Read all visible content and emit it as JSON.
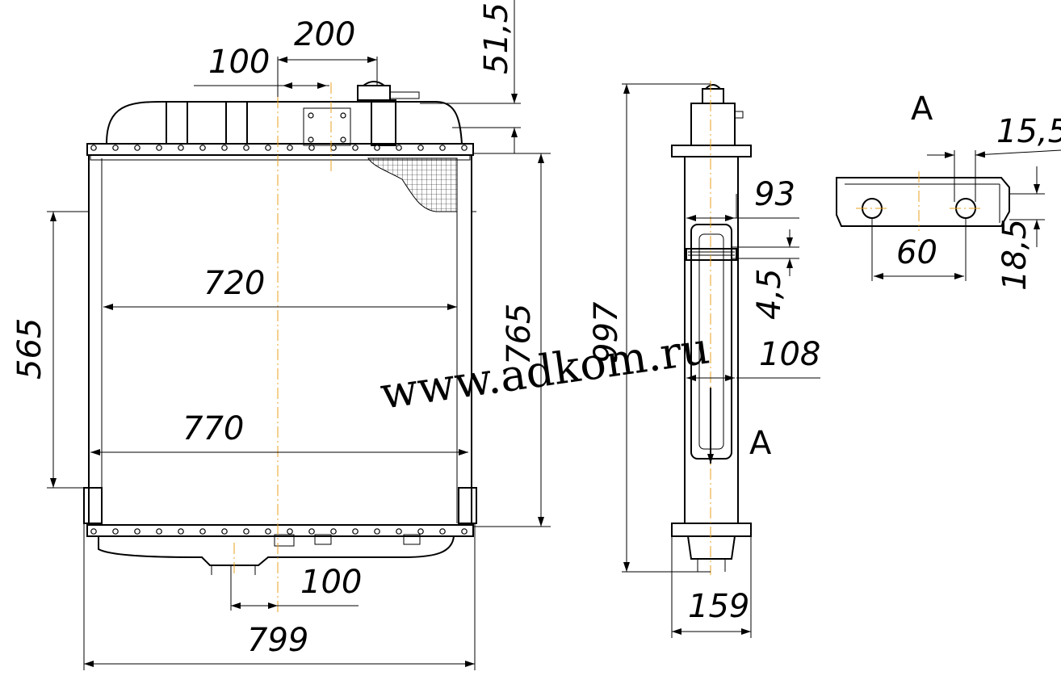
{
  "watermark": "www.adkom.ru",
  "view_label": "A",
  "section_title": "A",
  "dimensions": {
    "d_200": "200",
    "d_100_top": "100",
    "d_51_5": "51,5",
    "d_720": "720",
    "d_770": "770",
    "d_565": "565",
    "d_765": "765",
    "d_997": "997",
    "d_100_bottom": "100",
    "d_799": "799",
    "d_93": "93",
    "d_4_5": "4,5",
    "d_108": "108",
    "d_159": "159",
    "d_15_5": "15,5",
    "d_60": "60",
    "d_18_5": "18,5"
  },
  "colors": {
    "line": "#000000",
    "axis": "#e8a020",
    "background": "#ffffff"
  }
}
